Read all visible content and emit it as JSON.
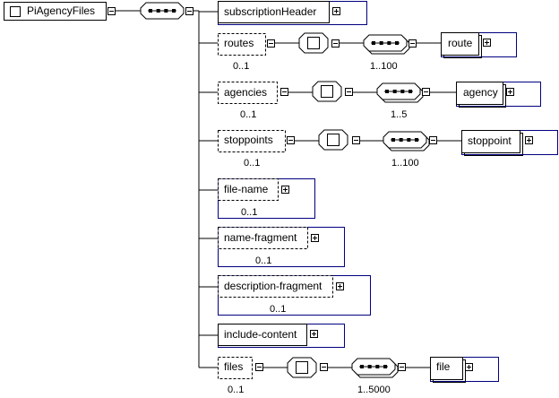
{
  "root": {
    "label": "PiAgencyFiles"
  },
  "elements": [
    {
      "label": "subscriptionHeader",
      "occurs": ""
    },
    {
      "label": "routes",
      "occurs": "0..1",
      "child": {
        "label": "route",
        "occurs": "1..100"
      }
    },
    {
      "label": "agencies",
      "occurs": "0..1",
      "child": {
        "label": "agency",
        "occurs": "1..5"
      }
    },
    {
      "label": "stoppoints",
      "occurs": "0..1",
      "child": {
        "label": "stoppoint",
        "occurs": "1..100"
      }
    },
    {
      "label": "file-name",
      "occurs": "0..1"
    },
    {
      "label": "name-fragment",
      "occurs": "0..1"
    },
    {
      "label": "description-fragment",
      "occurs": "0..1"
    },
    {
      "label": "include-content",
      "occurs": ""
    },
    {
      "label": "files",
      "occurs": "0..1",
      "child": {
        "label": "file",
        "occurs": "1..5000"
      }
    }
  ],
  "icons": {
    "collapse": "minus-box-icon",
    "expand": "plus-box-icon",
    "sequence": "sequence-compositor-icon",
    "choice": "choice-compositor-icon"
  },
  "colors": {
    "border": "#000080",
    "line": "#000000",
    "background": "#ffffff"
  }
}
